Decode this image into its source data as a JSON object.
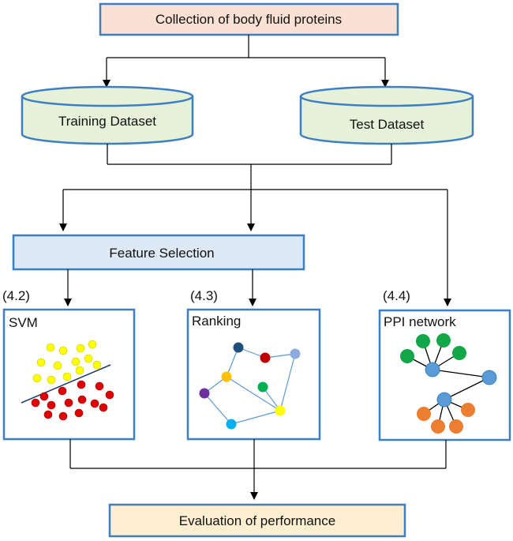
{
  "boxes": {
    "collection": "Collection of body fluid proteins",
    "training": "Training Dataset",
    "test": "Test Dataset",
    "feature_selection": "Feature Selection",
    "evaluation": "Evaluation of performance"
  },
  "panels": {
    "svm": {
      "section": "(4.2)",
      "title": "SVM"
    },
    "ranking": {
      "section": "(4.3)",
      "title": "Ranking"
    },
    "ppi": {
      "section": "(4.4)",
      "title": "PPI network"
    }
  },
  "colors": {
    "collection_fill": "#fbe1d3",
    "dataset_fill": "#e5f1d9",
    "feature_fill": "#dde9f6",
    "evaluation_fill": "#fdefd0",
    "border_blue": "#3d7fc1",
    "svm_yellow": "#ffff00",
    "svm_red": "#e00000",
    "svm_line": "#1f3864",
    "ppi_green": "#12a84a",
    "ppi_blue": "#5b9bd5",
    "ppi_orange": "#ed7d31",
    "ranking_edge": "#5b9bd5"
  },
  "ranking_nodes": [
    "#1f4e79",
    "#c00000",
    "#8faadc",
    "#ffc000",
    "#00b050",
    "#7030a0",
    "#ffff00",
    "#00b0f0"
  ]
}
